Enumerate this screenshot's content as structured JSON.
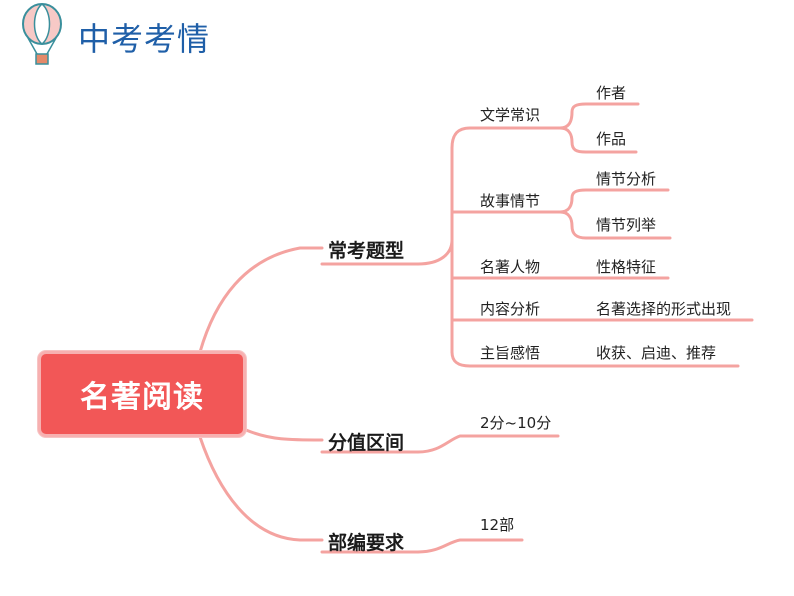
{
  "header": {
    "title": "中考考情",
    "icon": "hot-air-balloon-icon"
  },
  "colors": {
    "root_fill": "#f25757",
    "connector": "#f4a3a0",
    "title": "#1f5fa8"
  },
  "mindmap": {
    "root": "名著阅读",
    "branches": [
      {
        "label": "常考题型",
        "children": [
          {
            "label": "文学常识",
            "children": [
              "作者",
              "作品"
            ]
          },
          {
            "label": "故事情节",
            "children": [
              "情节分析",
              "情节列举"
            ]
          },
          {
            "label": "名著人物",
            "children": [
              "性格特征"
            ]
          },
          {
            "label": "内容分析",
            "children": [
              "名著选择的形式出现"
            ]
          },
          {
            "label": "主旨感悟",
            "children": [
              "收获、启迪、推荐"
            ]
          }
        ]
      },
      {
        "label": "分值区间",
        "children": [
          {
            "label": "2分~10分"
          }
        ]
      },
      {
        "label": "部编要求",
        "children": [
          {
            "label": "12部"
          }
        ]
      }
    ]
  }
}
